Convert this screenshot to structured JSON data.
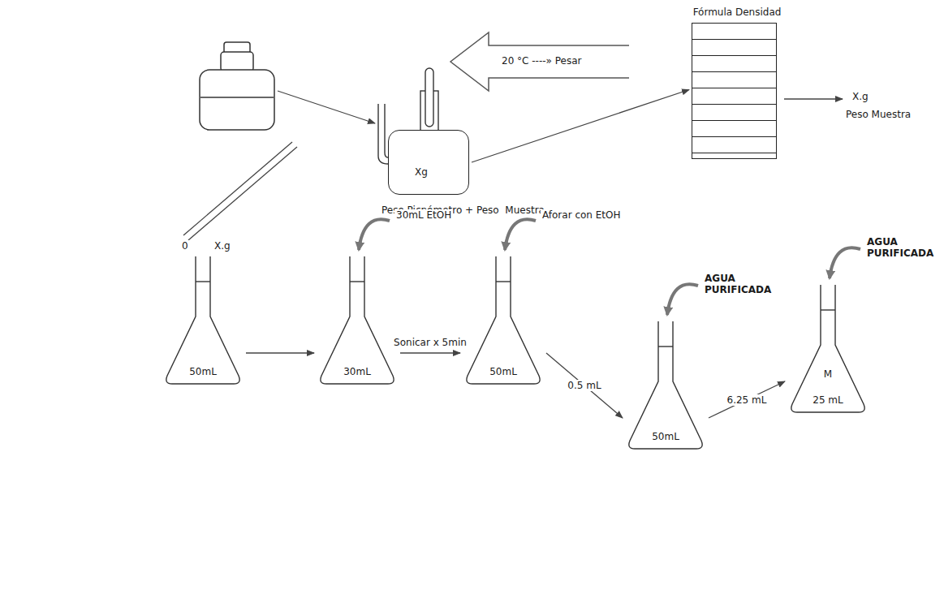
{
  "diagram": {
    "nodes": [
      {
        "text": [
          "Xg"
        ]
      },
      {
        "text": [
          "Fórmula Densidad"
        ]
      },
      {
        "text": [
          "50mL"
        ]
      },
      {
        "text": [
          "30mL"
        ]
      },
      {
        "text": [
          "50mL"
        ]
      },
      {
        "text": [
          "50mL"
        ]
      },
      {
        "text": [
          "M",
          "25 mL"
        ]
      }
    ],
    "edges": [
      {
        "from": 0,
        "to": 1,
        "arrow": "to"
      },
      {
        "from": 2,
        "to": 3,
        "arrow": "to"
      },
      {
        "from": 3,
        "to": 4,
        "label": "Sonicar x 5min",
        "arrow": "to"
      },
      {
        "from": 4,
        "to": 5,
        "label": "0.5 mL",
        "arrow": "to"
      },
      {
        "from": 5,
        "to": 6,
        "label": "6.25 mL",
        "arrow": "to"
      }
    ],
    "labels": [
      "20 °C ----» Pesar",
      "X.g",
      "Peso Muestra",
      "Peso Picnómetro + Peso  Muestra",
      "X.g",
      "0",
      "30mL EtOH",
      "Aforar con EtOH",
      "AGUA PURIFICADA",
      "AGUA PURIFICADA"
    ]
  }
}
